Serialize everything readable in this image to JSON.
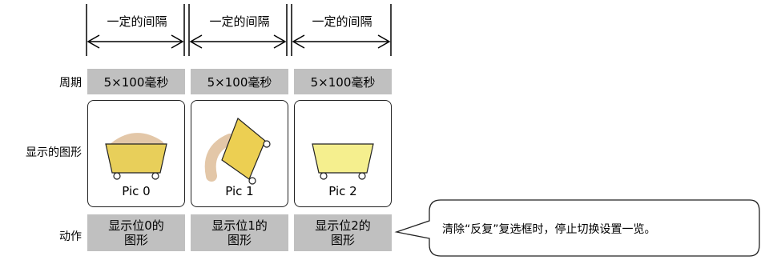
{
  "headers": [
    "一定的间隔",
    "一定的间隔",
    "一定的间隔"
  ],
  "rows": {
    "period_label": "周期",
    "shape_label": "显示的图形",
    "action_label": "动作"
  },
  "period_cells": [
    "5×100毫秒",
    "5×100毫秒",
    "5×100毫秒"
  ],
  "pictures": [
    "Pic 0",
    "Pic 1",
    "Pic 2"
  ],
  "action_cells": [
    {
      "line1": "显示位0的",
      "line2": "图形"
    },
    {
      "line1": "显示位1的",
      "line2": "图形"
    },
    {
      "line1": "显示位2的",
      "line2": "图形"
    }
  ],
  "callout": "清除“反复”复选框时，停止切换设置一览。",
  "colors": {
    "cell_bg": "#c0c0c0",
    "cart_fill": "#f5e98a",
    "cart_fill_dark": "#e0c84a",
    "motion_trail": "#e3c7a8"
  }
}
